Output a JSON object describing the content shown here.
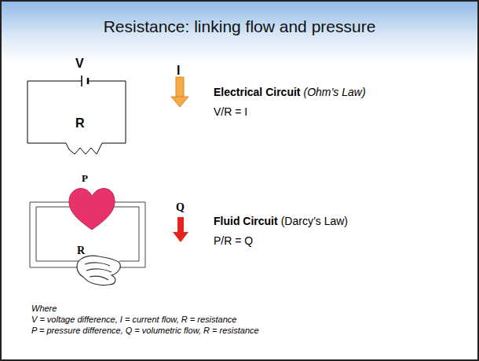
{
  "diagram": {
    "title": "Resistance: linking flow and pressure",
    "labels": [
      "V",
      "I",
      "R",
      "Electrical Circuit",
      "(Ohm’s Law)",
      "V/R = I",
      "P",
      "Q",
      "R",
      "Fluid Circuit",
      "(Darcy’s Law)",
      "P/R = Q",
      "Where",
      "V = voltage difference, I = current flow, R = resistance",
      "P = pressure difference, Q = volumetric flow, R = resistance"
    ]
  }
}
